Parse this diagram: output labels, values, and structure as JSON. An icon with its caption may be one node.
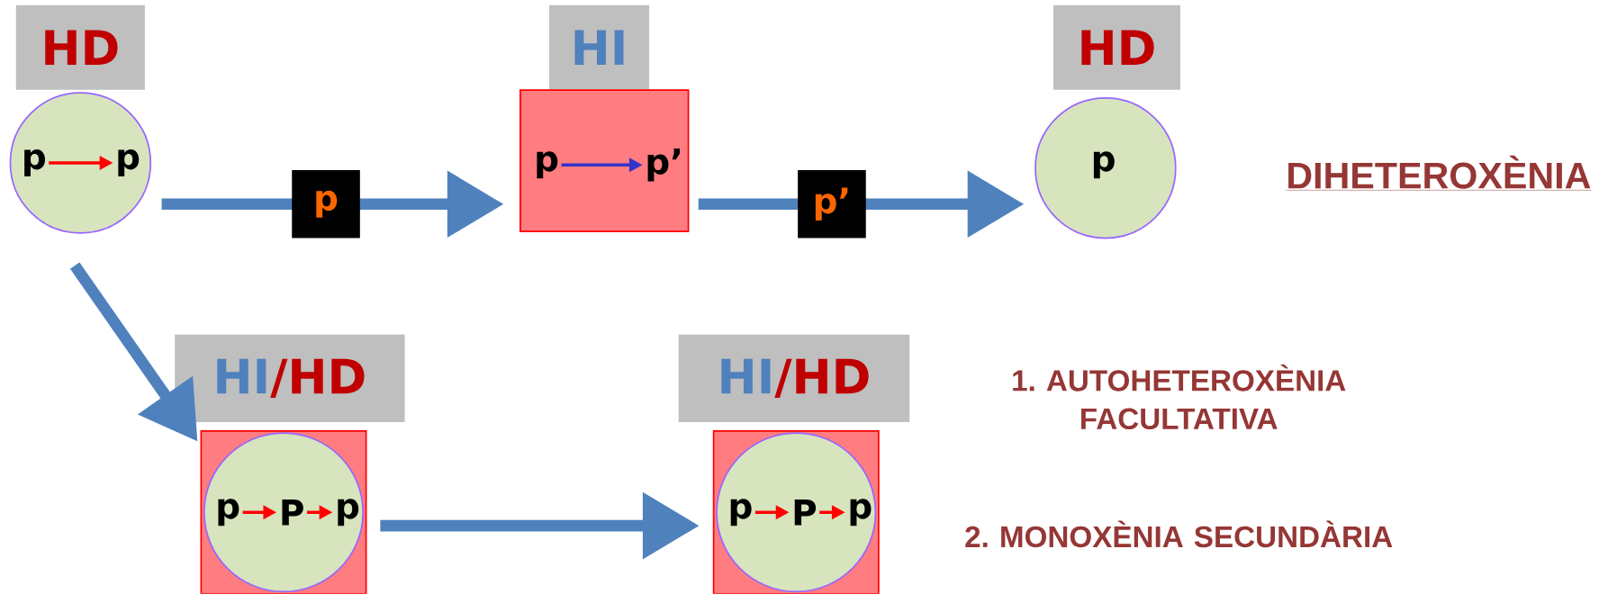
{
  "diagram": {
    "nodes": [
      {
        "text": [
          "HD"
        ]
      },
      {
        "text": [],
        "shape": "circle"
      },
      {
        "text": [
          "p"
        ],
        "in": 1
      },
      {
        "text": [
          "p"
        ],
        "in": 1
      },
      {
        "text": [
          "HI"
        ]
      },
      {
        "text": [],
        "shape": "box"
      },
      {
        "text": [
          "p"
        ],
        "in": 5
      },
      {
        "text": [
          "p’"
        ],
        "in": 5
      },
      {
        "text": [
          "HD"
        ]
      },
      {
        "text": [],
        "shape": "circle"
      },
      {
        "text": [
          "p"
        ],
        "in": 9
      },
      {
        "text": [
          "HI",
          "/",
          "HD"
        ]
      },
      {
        "text": [],
        "shape": "box"
      },
      {
        "text": [],
        "shape": "circle",
        "in": 12
      },
      {
        "text": [
          "p"
        ],
        "in": 13
      },
      {
        "text": [
          "P"
        ],
        "in": 13
      },
      {
        "text": [
          "p"
        ],
        "in": 13
      },
      {
        "text": [
          "HI",
          "/",
          "HD"
        ]
      },
      {
        "text": [],
        "shape": "box"
      },
      {
        "text": [],
        "shape": "circle",
        "in": 18
      },
      {
        "text": [
          "p"
        ],
        "in": 19
      },
      {
        "text": [
          "P"
        ],
        "in": 19
      },
      {
        "text": [
          "p"
        ],
        "in": 19
      }
    ],
    "edges": [
      {
        "from": 2,
        "to": 3,
        "arrow": "to"
      },
      {
        "from": 6,
        "to": 7,
        "arrow": "to",
        "color": "#3333cc"
      },
      {
        "from": 1,
        "to": 5,
        "arrow": "to",
        "label": "p",
        "style": "thick",
        "color": "#4f81bd"
      },
      {
        "from": 5,
        "to": 9,
        "arrow": "to",
        "label": "p’",
        "style": "thick",
        "color": "#4f81bd"
      },
      {
        "from": 1,
        "to": 12,
        "arrow": "to",
        "style": "thick",
        "color": "#4f81bd"
      },
      {
        "from": 12,
        "to": 18,
        "arrow": "to",
        "style": "thick",
        "color": "#4f81bd"
      },
      {
        "from": 14,
        "to": 15,
        "arrow": "to"
      },
      {
        "from": 15,
        "to": 16,
        "arrow": "to"
      },
      {
        "from": 20,
        "to": 21,
        "arrow": "to"
      },
      {
        "from": 21,
        "to": 22,
        "arrow": "to"
      }
    ],
    "labels": [
      "DIHETEROXÈNIA",
      "1. AUTOHETEROXÈNIA FACULTATIVA",
      "2. MONOXÈNIA SECUNDÀRIA"
    ]
  }
}
